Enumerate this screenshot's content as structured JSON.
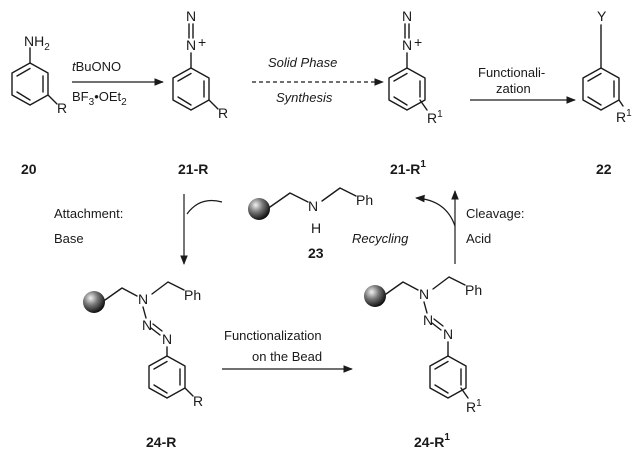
{
  "reagents": {
    "r1_prefix": "t",
    "r1_main": "BuONO",
    "r2_main": "BF",
    "r2_sub3": "3",
    "r2_mid": "•OEt",
    "r2_sub2": "2",
    "solid_phase_1": "Solid Phase",
    "solid_phase_2": "Synthesis",
    "functionali_1": "Functionali-",
    "functionali_2": "zation",
    "attachment_1": "Attachment:",
    "attachment_2": "Base",
    "cleavage_1": "Cleavage:",
    "cleavage_2": "Acid",
    "recycling": "Recycling",
    "func_bead_1": "Functionalization",
    "func_bead_2": "on the Bead"
  },
  "atoms": {
    "nh2_n": "NH",
    "nh2_sub": "2",
    "r": "R",
    "r1": "R",
    "r1_sup": "1",
    "n": "N",
    "plus": "+",
    "y": "Y",
    "h": "H",
    "ph": "Ph"
  },
  "compounds": {
    "c20": "20",
    "c21r": "21-R",
    "c21r1_main": "21-R",
    "c21r1_sup": "1",
    "c22": "22",
    "c23": "23",
    "c24r": "24-R",
    "c24r1_main": "24-R",
    "c24r1_sup": "1"
  }
}
